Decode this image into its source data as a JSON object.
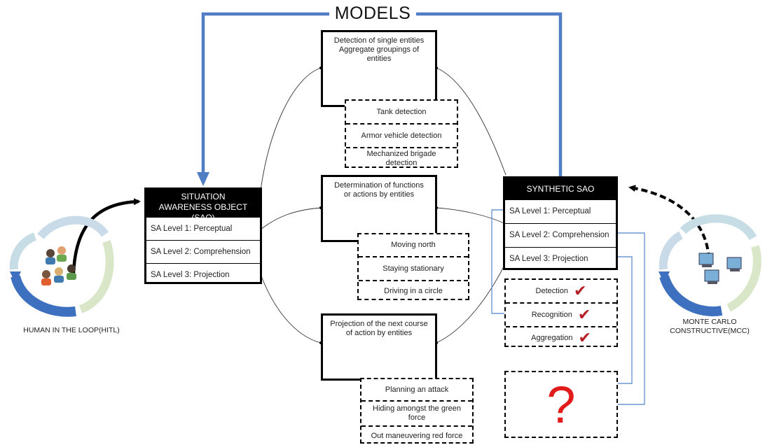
{
  "title": "MODELS",
  "sao": {
    "header": "SITUATION AWARENESS OBJECT (SAO)",
    "rows": [
      "SA Level 1: Perceptual",
      "SA Level 2: Comprehension",
      "SA Level 3: Projection"
    ]
  },
  "synthetic_sao": {
    "header": "SYNTHETIC SAO",
    "rows": [
      "SA Level 1: Perceptual",
      "SA Level 2: Comprehension",
      "SA Level 3: Projection"
    ]
  },
  "perception": {
    "text": "Detection of single entities Aggregate groupings of entities",
    "items": [
      "Tank detection",
      "Armor vehicle detection",
      "Mechanized brigade detection"
    ]
  },
  "comprehension": {
    "text": "Determination of functions or actions by entities",
    "items": [
      "Moving north",
      "Staying stationary",
      "Driving in a circle"
    ]
  },
  "projection": {
    "text": "Projection of the next course of action by entities",
    "items": [
      "Planning an attack",
      "Hiding amongst the green force",
      "Out maneuvering red force"
    ]
  },
  "checks": [
    "Detection",
    "Recognition",
    "Aggregation"
  ],
  "question_mark": "?",
  "hitl_label": "HUMAN IN THE LOOP(HITL)",
  "mcc_label": "MONTE CARLO CONSTRUCTIVE(MCC)",
  "colors": {
    "blue_line": "#4f7ec4",
    "thin_blue": "#6b96d4",
    "check_red": "#b52025",
    "question_red": "#e21b1b"
  }
}
